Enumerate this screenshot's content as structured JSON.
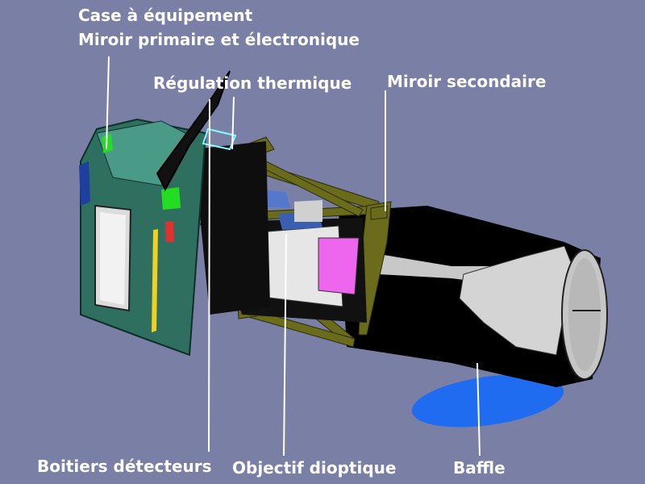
{
  "labels": {
    "case_line1": "Case à équipement",
    "case_line2": "Miroir primaire et électronique",
    "regulation": "Régulation thermique",
    "secondary_mirror": "Miroir secondaire",
    "detector_boxes": "Boitiers détecteurs",
    "dioptric_objective": "Objectif dioptique",
    "baffle": "Baffle"
  },
  "colors": {
    "background": "#7a7fa6",
    "leader_line": "#ffffff",
    "baffle_shadow": "#1f6cf0",
    "truss": "#6b6b1c",
    "equipment_case": "#2f6f60",
    "tube": "#000000"
  }
}
